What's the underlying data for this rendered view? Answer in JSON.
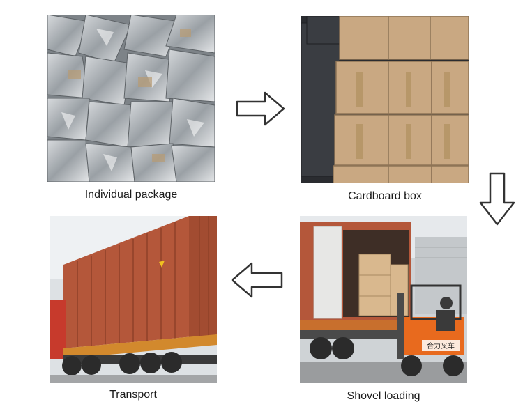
{
  "steps": [
    {
      "label": "Individual package"
    },
    {
      "label": "Cardboard box"
    },
    {
      "label": "Shovel loading"
    },
    {
      "label": "Transport"
    }
  ],
  "photo_sign": {
    "forklift_badge": "合力叉车"
  },
  "arrows": [
    "arrow-right-icon",
    "arrow-down-icon",
    "arrow-left-icon"
  ],
  "colors": {
    "container": "#b4573a",
    "forklift": "#e86a1e",
    "box": "#c9a882",
    "text": "#1a1a1a",
    "arrow_stroke": "#333333"
  }
}
